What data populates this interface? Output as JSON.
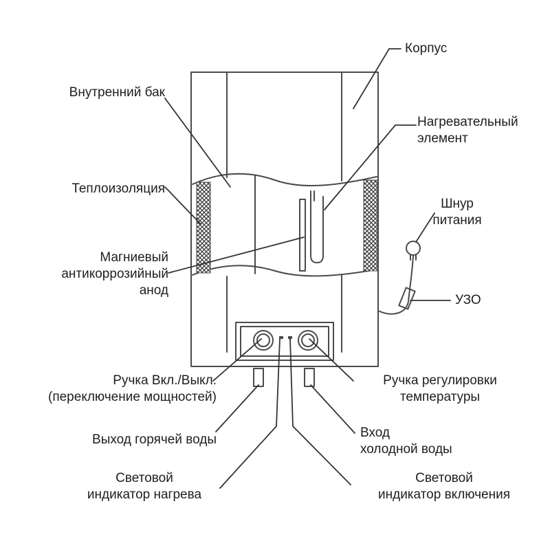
{
  "colors": {
    "stroke": "#4a4a4a",
    "text": "#1e1e1e",
    "background": "#ffffff",
    "insulation_hatch": "#3a3a3a"
  },
  "labels": {
    "housing": "Корпус",
    "inner_tank": "Внутренний бак",
    "heating_element_line1": "Нагревательный",
    "heating_element_line2": "элемент",
    "insulation": "Теплоизоляция",
    "power_cord_line1": "Шнур",
    "power_cord_line2": "питания",
    "anode_line1": "Магниевый",
    "anode_line2": "антикоррозийный",
    "anode_line3": "анод",
    "rcd": "УЗО",
    "power_knob_line1": "Ручка Вкл./Выкл.",
    "power_knob_line2": "(переключение мощностей)",
    "temp_knob_line1": "Ручка регулировки",
    "temp_knob_line2": "температуры",
    "hot_water_outlet": "Выход горячей воды",
    "cold_water_inlet_line1": "Вход",
    "cold_water_inlet_line2": "холодной воды",
    "heating_indicator_line1": "Световой",
    "heating_indicator_line2": "индикатор нагрева",
    "power_indicator_line1": "Световой",
    "power_indicator_line2": "индикатор включения"
  }
}
